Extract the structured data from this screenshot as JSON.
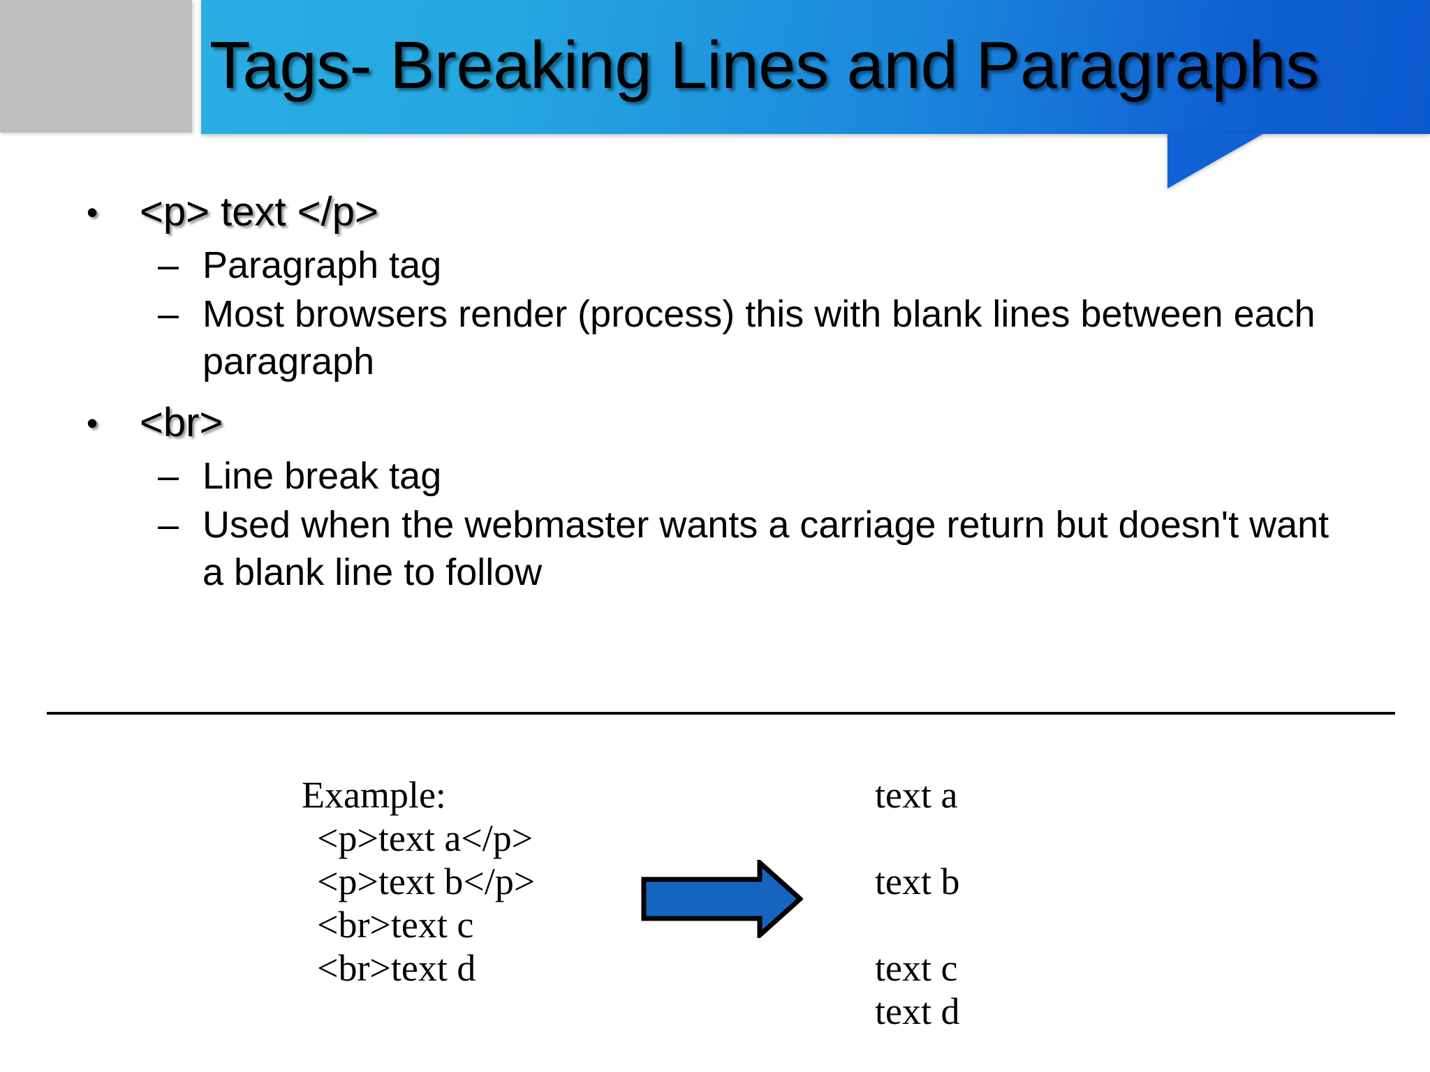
{
  "slide": {
    "title": "Tags- Breaking Lines and Paragraphs",
    "colors": {
      "banner_left": "#29ABE2",
      "banner_right": "#0B59CE",
      "gray_block": "#BFBFBF",
      "arrow_fill": "#1565C0",
      "arrow_stroke": "#000000",
      "text": "#000000",
      "divider": "#000000"
    }
  },
  "bullets": [
    {
      "marker": "•",
      "text": "<p> text </p>",
      "children": [
        {
          "marker": "–",
          "text": "Paragraph tag"
        },
        {
          "marker": "–",
          "text": "Most browsers render (process) this with blank lines between each paragraph"
        }
      ]
    },
    {
      "marker": "•",
      "text": "<br>",
      "children": [
        {
          "marker": "–",
          "text": "Line break tag"
        },
        {
          "marker": "–",
          "text": "Used when the webmaster wants a carriage return but doesn't want a blank line to follow"
        }
      ]
    }
  ],
  "example": {
    "label": "Example:",
    "code_lines": [
      "<p>text a</p>",
      "<p>text b</p>",
      "<br>text c",
      "<br>text d"
    ],
    "arrow_icon": "right-arrow-icon",
    "output_lines": [
      {
        "text": "text a",
        "blank_after": true
      },
      {
        "text": "text b",
        "blank_after": true
      },
      {
        "text": "text c",
        "blank_after": false
      },
      {
        "text": "text d",
        "blank_after": false
      }
    ]
  }
}
